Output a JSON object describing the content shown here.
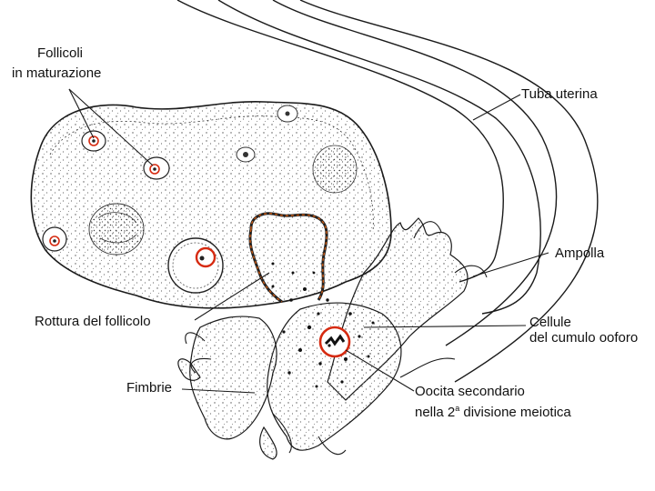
{
  "labels": {
    "follicoli_line1": "Follicoli",
    "follicoli_line2": "in maturazione",
    "tuba_uterina": "Tuba uterina",
    "ampolla": "Ampolla",
    "rottura": "Rottura del follicolo",
    "cellule_line1": "Cellule",
    "cellule_line2": "del cumulo ooforo",
    "fimbrie": "Fimbrie",
    "oocita_line1": "Oocita secondario",
    "oocita_line2_pre": "nella 2",
    "oocita_line2_sup": "a",
    "oocita_line2_post": " divisione meiotica"
  },
  "colors": {
    "ink": "#1a1a1a",
    "highlight": "#d62a10",
    "stipple": "#555555"
  },
  "icons": {
    "highlight_markers": "red-circle-marker"
  }
}
